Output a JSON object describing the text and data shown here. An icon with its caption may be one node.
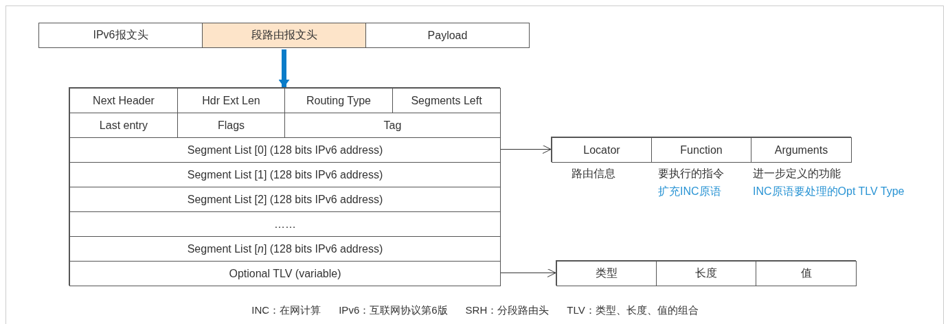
{
  "diagram": {
    "nodes": [
      {
        "text": [
          "IPv6报文头"
        ]
      },
      {
        "text": [
          "段路由报文头"
        ]
      },
      {
        "text": [
          "Payload"
        ]
      },
      {
        "text": [],
        "shape": "box"
      },
      {
        "text": [
          "Next Header"
        ],
        "in": 3
      },
      {
        "text": [
          "Hdr Ext Len"
        ],
        "in": 3
      },
      {
        "text": [
          "Routing Type"
        ],
        "in": 3
      },
      {
        "text": [
          "Segments Left"
        ],
        "in": 3
      },
      {
        "text": [
          "Last entry"
        ],
        "in": 3
      },
      {
        "text": [
          "Flags"
        ],
        "in": 3
      },
      {
        "text": [
          "Tag"
        ],
        "in": 3
      },
      {
        "text": [
          "Segment List [0] (128 bits IPv6 address)"
        ],
        "in": 3
      },
      {
        "text": [
          "Segment List [1] (128 bits IPv6 address)"
        ],
        "in": 3
      },
      {
        "text": [
          "Segment List [2] (128 bits IPv6 address)"
        ],
        "in": 3
      },
      {
        "text": [
          "……"
        ],
        "in": 3
      },
      {
        "text": [
          "Segment List [*n*] (128 bits IPv6 address)"
        ],
        "in": 3
      },
      {
        "text": [
          "Optional TLV (variable)"
        ],
        "in": 3
      },
      {
        "text": [],
        "shape": "box"
      },
      {
        "text": [
          "Locator"
        ],
        "in": 17,
        "beside": [
          "路由信息"
        ]
      },
      {
        "text": [
          "Function"
        ],
        "in": 17,
        "beside": [
          "要执行的指令",
          "扩充INC原语"
        ]
      },
      {
        "text": [
          "Arguments"
        ],
        "in": 17,
        "beside": [
          "进一步定义的功能",
          "INC原语要处理的Opt TLV Type"
        ]
      },
      {
        "text": [],
        "shape": "box"
      },
      {
        "text": [
          "类型"
        ],
        "in": 21
      },
      {
        "text": [
          "长度"
        ],
        "in": 21
      },
      {
        "text": [
          "值"
        ],
        "in": 21
      }
    ],
    "edges": [
      {
        "from": 1,
        "to": 3,
        "arrow": "to",
        "style": "thick",
        "color": "#0a7cc9"
      },
      {
        "from": 11,
        "to": 17,
        "arrow": "to"
      },
      {
        "from": 16,
        "to": 21,
        "arrow": "to"
      }
    ],
    "labels": [
      "INC：在网计算",
      "IPv6：互联网协议第6版",
      "SRH：分段路由头",
      "TLV：类型、长度、值的组合"
    ]
  }
}
